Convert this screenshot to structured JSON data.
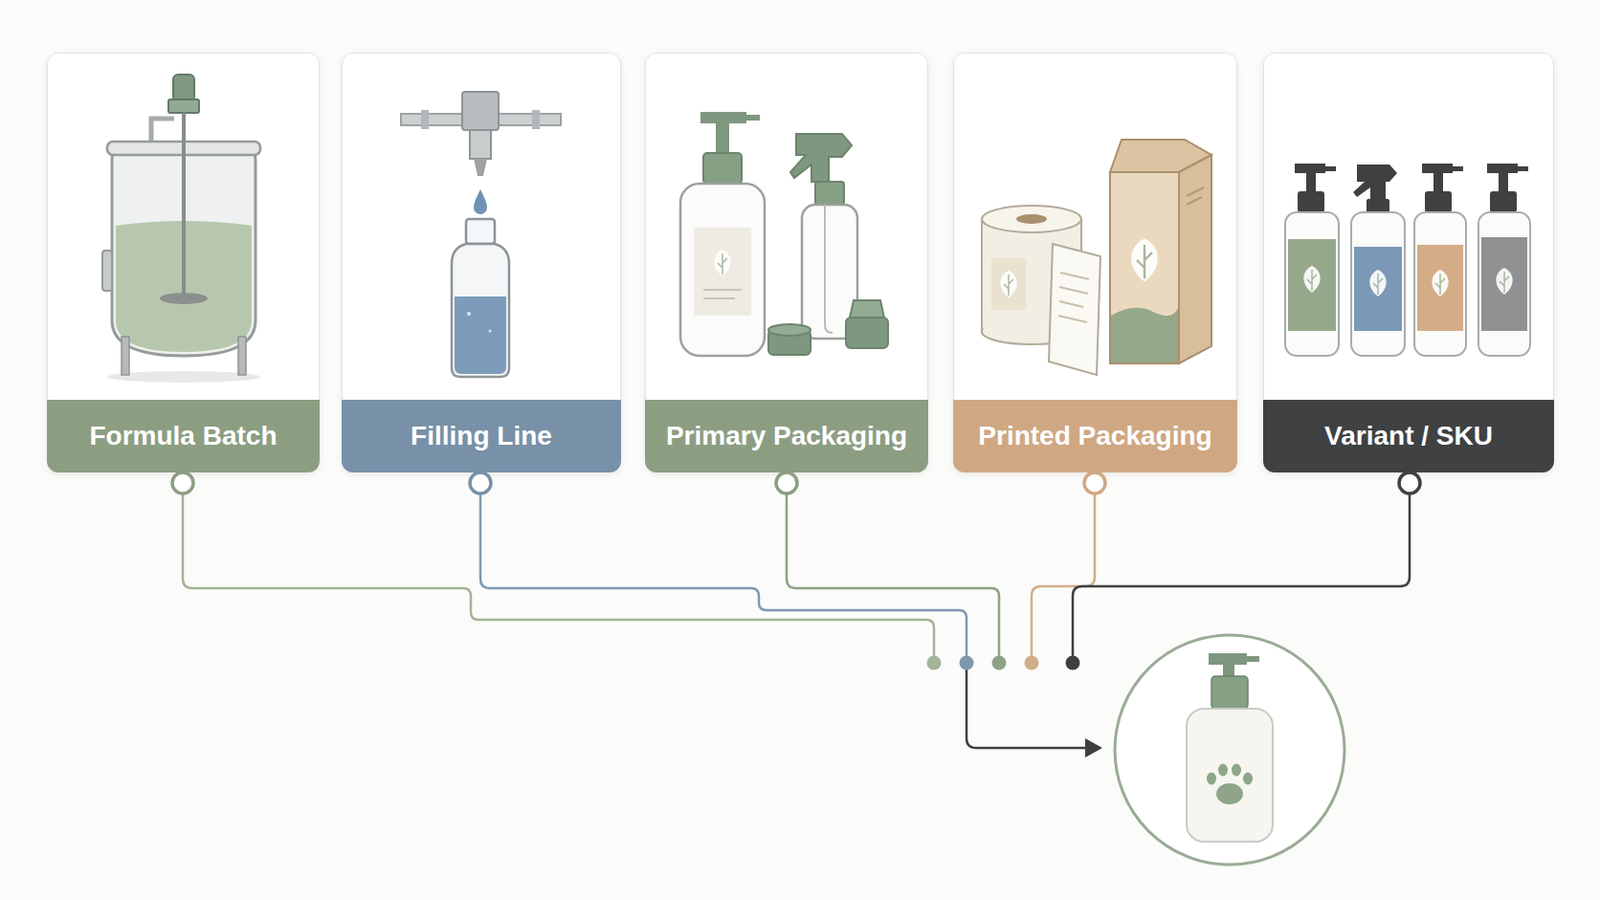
{
  "diagram": {
    "nodes": [
      {
        "text": [
          "Formula Batch"
        ]
      },
      {
        "text": [
          "Filling Line"
        ]
      },
      {
        "text": [
          "Primary Packaging"
        ]
      },
      {
        "text": [
          "Printed Packaging"
        ]
      },
      {
        "text": [
          "Variant / SKU"
        ]
      }
    ]
  }
}
